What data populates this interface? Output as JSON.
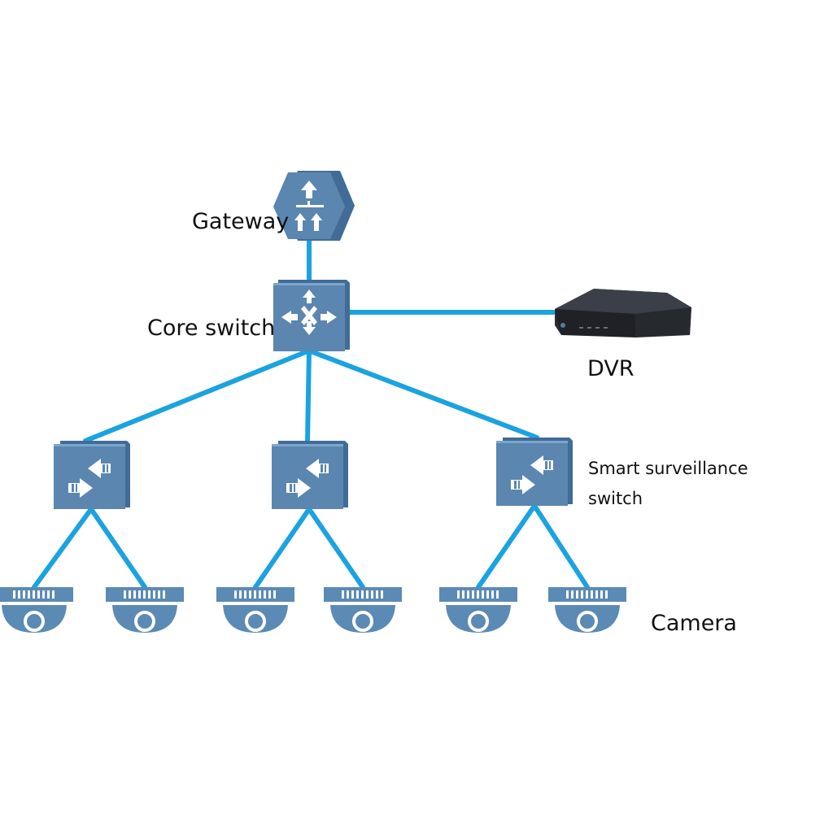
{
  "labels": {
    "gateway": "Gateway",
    "core_switch": "Core switch",
    "dvr": "DVR",
    "smart_switch_line1": "Smart surveillance",
    "smart_switch_line2": "switch",
    "camera": "Camera"
  },
  "colors": {
    "link": "#1aa3e0",
    "device_front": "#5a86b0",
    "device_side": "#416c97",
    "device_light": "#7ea6cc",
    "glyph": "#ffffff",
    "dvr_body": "#2a2d33",
    "dvr_top": "#3b3f47",
    "camera_body": "#5b8ab5"
  },
  "icons": {
    "gateway": "gateway-hexagon-icon",
    "core_switch": "core-switch-icon",
    "access_switch": "access-switch-icon",
    "dvr": "dvr-recorder-icon",
    "camera": "dome-camera-icon"
  }
}
